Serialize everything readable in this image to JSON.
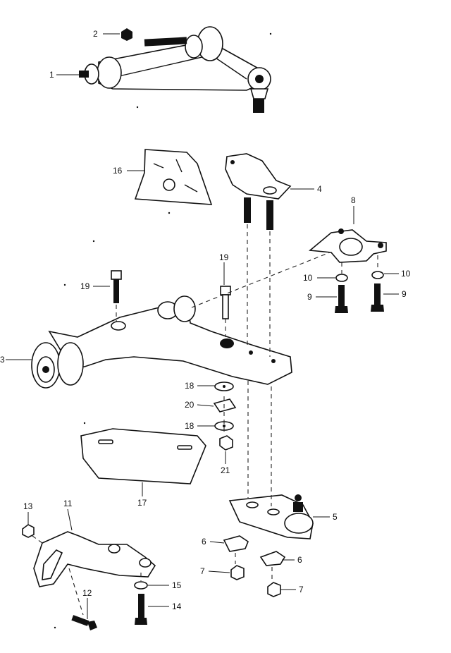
{
  "callouts": [
    {
      "id": "c1",
      "text": "1"
    },
    {
      "id": "c2",
      "text": "2"
    },
    {
      "id": "c3",
      "text": "3"
    },
    {
      "id": "c4",
      "text": "4"
    },
    {
      "id": "c5",
      "text": "5"
    },
    {
      "id": "c6a",
      "text": "6"
    },
    {
      "id": "c6b",
      "text": "6"
    },
    {
      "id": "c7a",
      "text": "7"
    },
    {
      "id": "c7b",
      "text": "7"
    },
    {
      "id": "c8",
      "text": "8"
    },
    {
      "id": "c9a",
      "text": "9"
    },
    {
      "id": "c9b",
      "text": "9"
    },
    {
      "id": "c10a",
      "text": "10"
    },
    {
      "id": "c10b",
      "text": "10"
    },
    {
      "id": "c11",
      "text": "11"
    },
    {
      "id": "c12",
      "text": "12"
    },
    {
      "id": "c13",
      "text": "13"
    },
    {
      "id": "c14",
      "text": "14"
    },
    {
      "id": "c15",
      "text": "15"
    },
    {
      "id": "c16",
      "text": "16"
    },
    {
      "id": "c17",
      "text": "17"
    },
    {
      "id": "c18a",
      "text": "18"
    },
    {
      "id": "c18b",
      "text": "18"
    },
    {
      "id": "c19a",
      "text": "19"
    },
    {
      "id": "c19b",
      "text": "19"
    },
    {
      "id": "c20",
      "text": "20"
    },
    {
      "id": "c21",
      "text": "21"
    }
  ]
}
